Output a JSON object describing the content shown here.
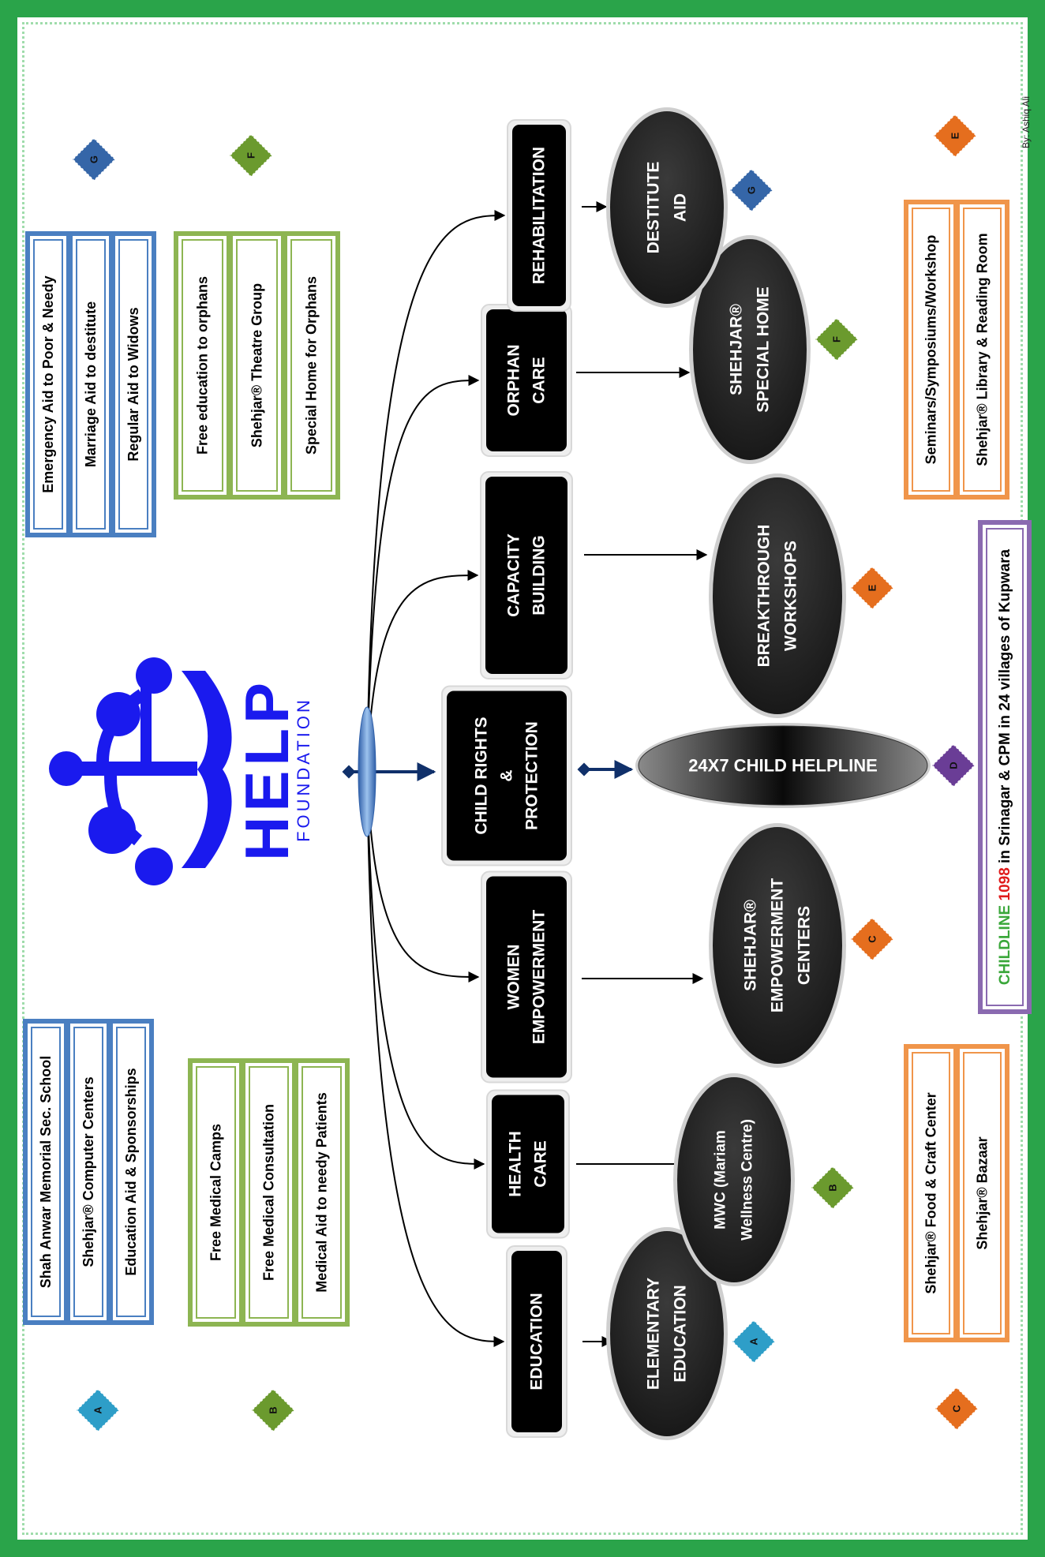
{
  "logo": {
    "word": "HELP",
    "sub": "FOUNDATION",
    "color": "#1a1aee"
  },
  "credit": "By: Ashiq Ali",
  "programs": [
    {
      "id": "education",
      "lines": [
        "EDUCATION"
      ]
    },
    {
      "id": "health",
      "lines": [
        "HEALTH",
        "CARE"
      ]
    },
    {
      "id": "women",
      "lines": [
        "WOMEN",
        "EMPOWERMENT"
      ]
    },
    {
      "id": "child",
      "lines": [
        "CHILD RIGHTS",
        "&",
        "PROTECTION"
      ]
    },
    {
      "id": "capacity",
      "lines": [
        "CAPACITY",
        "BUILDING"
      ]
    },
    {
      "id": "orphan",
      "lines": [
        "ORPHAN",
        "CARE"
      ]
    },
    {
      "id": "rehab",
      "lines": [
        "REHABILITATION"
      ]
    }
  ],
  "outcomes": [
    {
      "id": "elementary",
      "lines": [
        "ELEMENTARY",
        "EDUCATION"
      ],
      "badge": "A"
    },
    {
      "id": "mwc",
      "lines": [
        "MWC (Mariam",
        "Wellness Centre)"
      ],
      "badge": "B"
    },
    {
      "id": "shehjar-emp",
      "lines": [
        "SHEHJAR®",
        "EMPOWERMENT",
        "CENTERS"
      ],
      "badge": "C"
    },
    {
      "id": "helpline",
      "lines": [
        "24X7 CHILD HELPLINE"
      ],
      "badge": "D"
    },
    {
      "id": "breakthrough",
      "lines": [
        "BREAKTHROUGH",
        "WORKSHOPS"
      ],
      "badge": "E"
    },
    {
      "id": "special-home",
      "lines": [
        "SHEHJAR®",
        "SPECIAL HOME"
      ],
      "badge": "F"
    },
    {
      "id": "destitute",
      "lines": [
        "DESTITUTE",
        "AID"
      ],
      "badge": "G"
    }
  ],
  "badge_colors": {
    "A": "#2e9ec8",
    "B": "#6b9a2e",
    "C": "#e56e1e",
    "D": "#6a3d96",
    "E": "#e56e1e",
    "F": "#6b9a2e",
    "G": "#3566a8"
  },
  "lists": {
    "A": {
      "badge": "A",
      "color": "#4a7fc1",
      "items": [
        "Shah Anwar Memorial Sec. School",
        "Shehjar® Computer Centers",
        "Education Aid & Sponsorships"
      ]
    },
    "B": {
      "badge": "B",
      "color": "#8db552",
      "items": [
        "Free Medical Camps",
        "Free Medical Consultation",
        "Medical Aid to needy Patients"
      ]
    },
    "G": {
      "badge": "G",
      "color": "#4a7fc1",
      "items": [
        "Emergency Aid to Poor & Needy",
        "Marriage Aid to destitute",
        "Regular Aid to Widows"
      ]
    },
    "F": {
      "badge": "F",
      "color": "#8db552",
      "items": [
        "Free education to orphans",
        "Shehjar® Theatre Group",
        "Special Home for Orphans"
      ]
    },
    "C": {
      "badge": "C",
      "color": "#f0954a",
      "items": [
        "Shehjar® Food & Craft Center",
        "Shehjar® Bazaar"
      ]
    },
    "E": {
      "badge": "E",
      "color": "#f0954a",
      "items": [
        "Seminars/Symposiums/Workshop",
        "Shehjar® Library & Reading Room"
      ]
    }
  },
  "childline": {
    "pre": "CHILDLINE",
    "num": "1098",
    "post": " in Srinagar & CPM in 24 villages of Kupwara",
    "border": "#8a6ab0"
  }
}
